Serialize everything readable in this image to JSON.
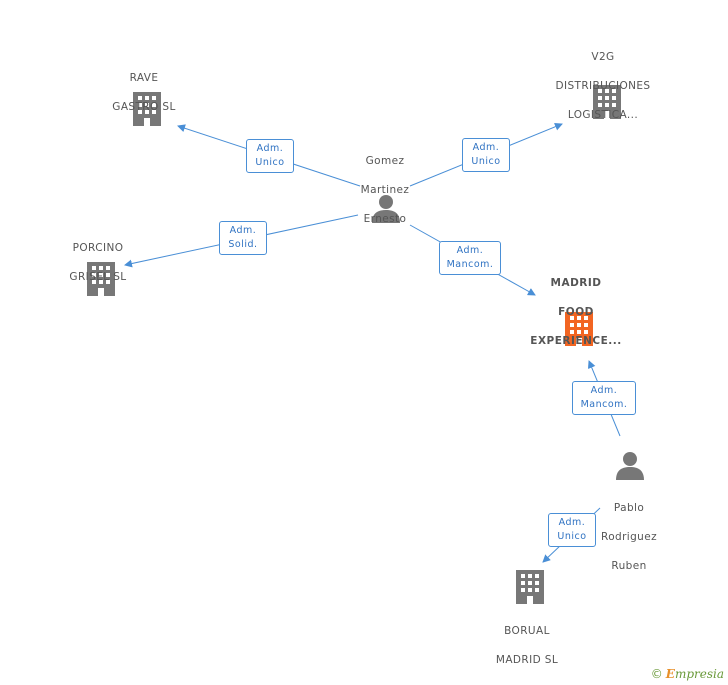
{
  "nodes": {
    "rave": {
      "lines": [
        "RAVE",
        "GASTRO SL"
      ]
    },
    "v2g": {
      "lines": [
        "V2G",
        "DISTRIBUCIONES",
        "LOGISTICA..."
      ]
    },
    "porcino": {
      "lines": [
        "PORCINO",
        "GRISEL SL"
      ]
    },
    "madrid_food": {
      "lines": [
        "MADRID",
        "FOOD",
        "EXPERIENCE..."
      ]
    },
    "borual": {
      "lines": [
        "BORUAL",
        "MADRID SL"
      ]
    },
    "gomez": {
      "lines": [
        "Gomez",
        "Martinez",
        "Ernesto"
      ]
    },
    "pablo": {
      "lines": [
        "Pablo",
        "Rodriguez",
        "Ruben"
      ]
    }
  },
  "edges": {
    "gomez_rave": {
      "lines": [
        "Adm.",
        "Unico"
      ]
    },
    "gomez_v2g": {
      "lines": [
        "Adm.",
        "Unico"
      ]
    },
    "gomez_porcino": {
      "lines": [
        "Adm.",
        "Solid."
      ]
    },
    "gomez_madrid": {
      "lines": [
        "Adm.",
        "Mancom."
      ]
    },
    "pablo_madrid": {
      "lines": [
        "Adm.",
        "Mancom."
      ]
    },
    "pablo_borual": {
      "lines": [
        "Adm.",
        "Unico"
      ]
    }
  },
  "colors": {
    "company": "#777777",
    "focus_company": "#f26522",
    "person": "#777777",
    "edge": "#4a8fd6"
  },
  "footer": {
    "copyright": "©",
    "brand_e": "E",
    "brand_rest": "mpresia"
  }
}
